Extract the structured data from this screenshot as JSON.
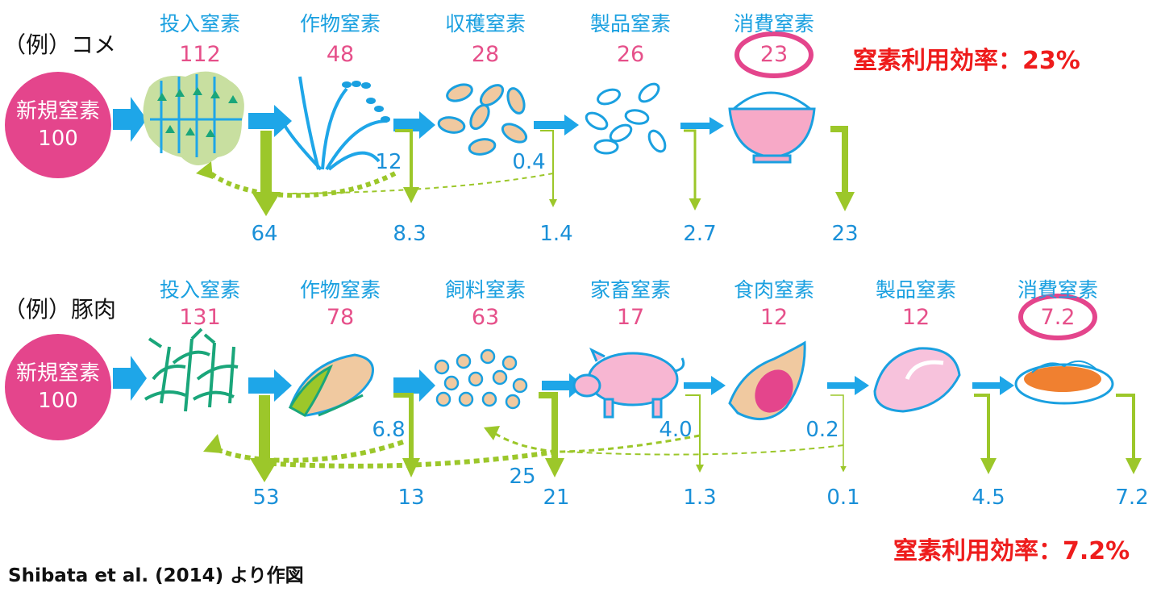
{
  "source": "Shibata et al. (2014) より作図",
  "colors": {
    "title_blue": "#1aa0e0",
    "value_pink": "#e6508a",
    "arrow_blue": "#1ea6e8",
    "arrow_green": "#9cc72a",
    "efficiency_red": "#ee1c1c",
    "start_circle": "#e4458c"
  },
  "rice": {
    "label": "（例）コメ",
    "start": {
      "line1": "新規窒素",
      "line2": "100"
    },
    "stages": [
      {
        "title": "投入窒素",
        "value": "112",
        "icon": "paddy-field-icon"
      },
      {
        "title": "作物窒素",
        "value": "48",
        "icon": "rice-plant-icon"
      },
      {
        "title": "収穫窒素",
        "value": "28",
        "icon": "rice-grains-icon"
      },
      {
        "title": "製品窒素",
        "value": "26",
        "icon": "polished-rice-icon"
      },
      {
        "title": "消費窒素",
        "value": "23",
        "icon": "rice-bowl-icon"
      }
    ],
    "losses": [
      "64",
      "8.3",
      "1.4",
      "2.7",
      "23"
    ],
    "recycles": [
      "12",
      "0.4"
    ],
    "efficiency": "窒素利用効率：23%"
  },
  "pork": {
    "label": "（例）豚肉",
    "start": {
      "line1": "新規窒素",
      "line2": "100"
    },
    "stages": [
      {
        "title": "投入窒素",
        "value": "131",
        "icon": "corn-field-icon"
      },
      {
        "title": "作物窒素",
        "value": "78",
        "icon": "corn-cob-icon"
      },
      {
        "title": "飼料窒素",
        "value": "63",
        "icon": "feed-pellets-icon"
      },
      {
        "title": "家畜窒素",
        "value": "17",
        "icon": "pig-icon"
      },
      {
        "title": "食肉窒素",
        "value": "12",
        "icon": "meat-carcass-icon"
      },
      {
        "title": "製品窒素",
        "value": "12",
        "icon": "pork-cut-icon"
      },
      {
        "title": "消費窒素",
        "value": "7.2",
        "icon": "pork-dish-icon"
      }
    ],
    "losses": [
      "53",
      "13",
      "21",
      "1.3",
      "0.1",
      "4.5",
      "7.2"
    ],
    "recycles": [
      "6.8",
      "25",
      "4.0",
      "0.2"
    ],
    "efficiency": "窒素利用効率：7.2%"
  }
}
